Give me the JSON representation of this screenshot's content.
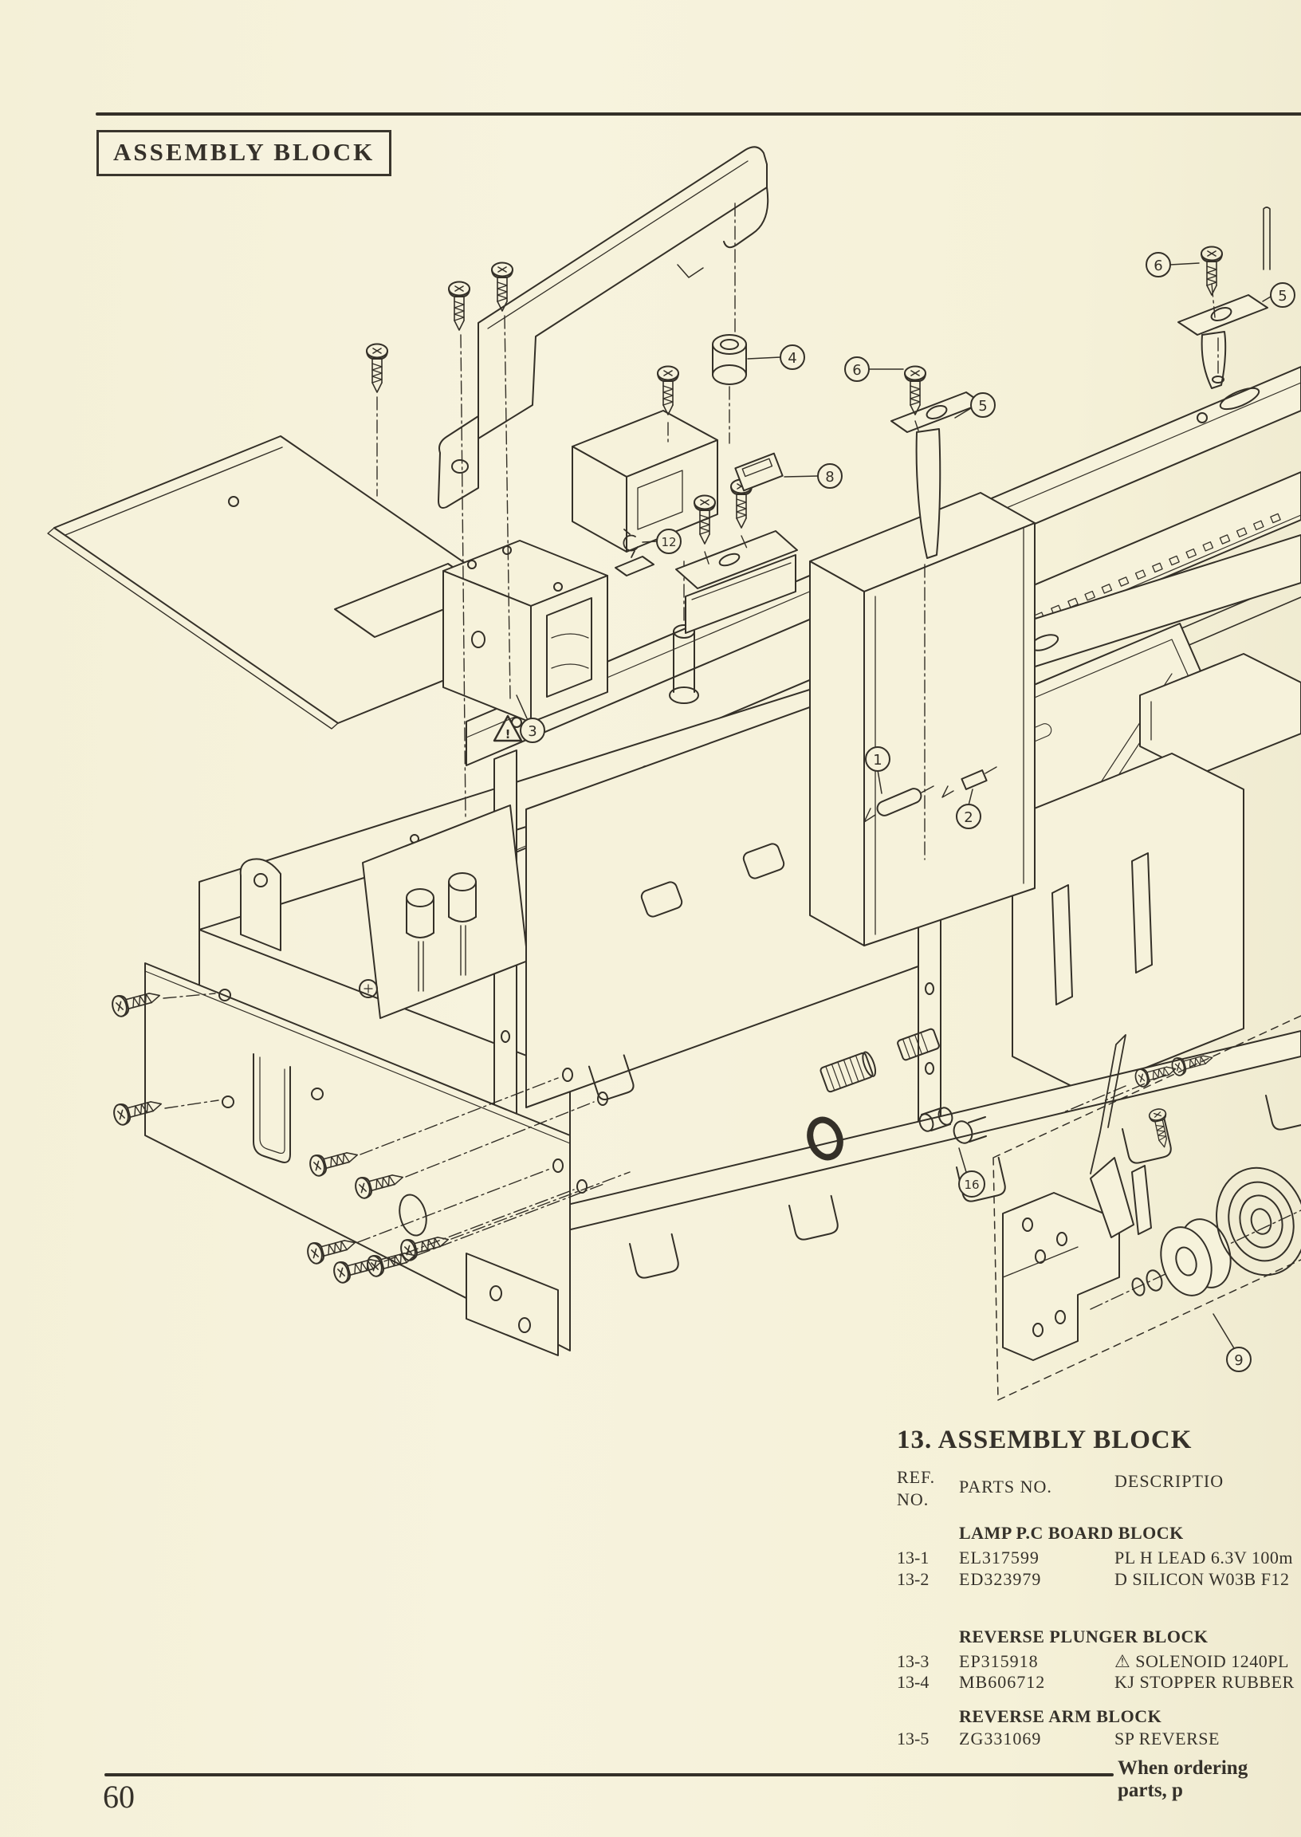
{
  "header": {
    "label": "ASSEMBLY BLOCK"
  },
  "section": {
    "title": "13. ASSEMBLY BLOCK"
  },
  "parts_table": {
    "columns": {
      "ref_line1": "REF.",
      "ref_line2": "NO.",
      "parts": "PARTS NO.",
      "description": "DESCRIPTIO"
    },
    "groups": [
      {
        "title": "LAMP P.C BOARD BLOCK",
        "rows": [
          {
            "ref": "13-1",
            "parts": "EL317599",
            "desc": "PL H LEAD 6.3V 100m"
          },
          {
            "ref": "13-2",
            "parts": "ED323979",
            "desc": "D SILICON W03B F12"
          }
        ]
      },
      {
        "title": "REVERSE PLUNGER BLOCK",
        "rows": [
          {
            "ref": "13-3",
            "parts": "EP315918",
            "desc": "⚠ SOLENOID 1240PL"
          },
          {
            "ref": "13-4",
            "parts": "MB606712",
            "desc": "KJ STOPPER RUBBER"
          }
        ]
      },
      {
        "title": "REVERSE ARM BLOCK",
        "rows": [
          {
            "ref": "13-5",
            "parts": "ZG331069",
            "desc": "SP REVERSE"
          }
        ]
      }
    ]
  },
  "diagram": {
    "callouts": [
      {
        "n": "4"
      },
      {
        "n": "6"
      },
      {
        "n": "5"
      },
      {
        "n": "8"
      },
      {
        "n": "12"
      },
      {
        "n": "3"
      },
      {
        "n": "6"
      },
      {
        "n": "5"
      },
      {
        "n": "1"
      },
      {
        "n": "2"
      },
      {
        "n": "16"
      },
      {
        "n": "9"
      }
    ],
    "warning_mark": "!"
  },
  "page": {
    "number": "60",
    "footer_note": "When ordering parts, p"
  },
  "colors": {
    "paper": "#f6f2db",
    "ink": "#343028"
  }
}
